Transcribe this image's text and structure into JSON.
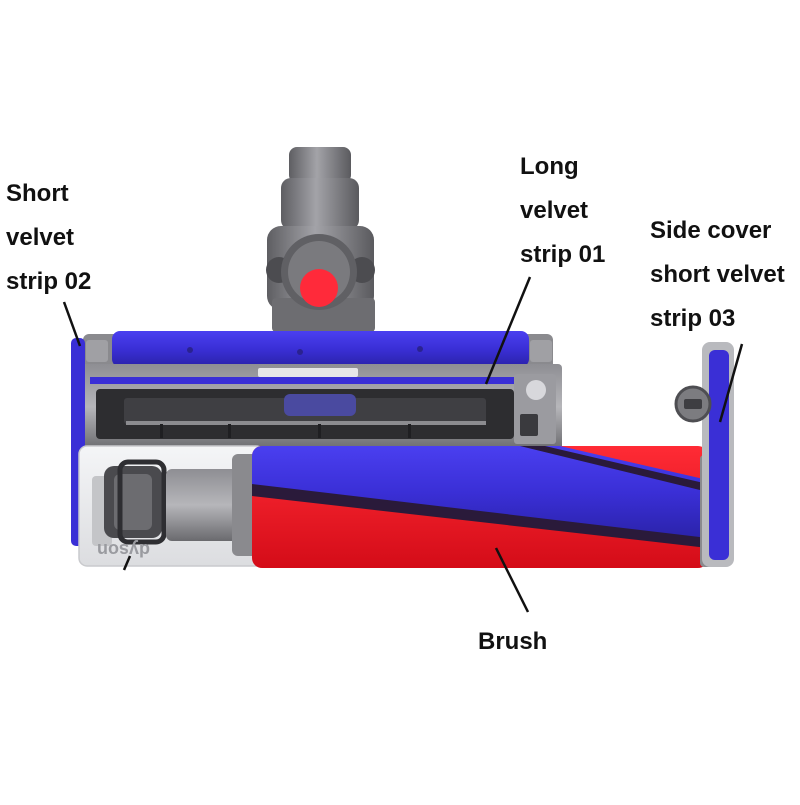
{
  "labels": {
    "short_velvet_strip_02": [
      "Short",
      "velvet",
      "strip 02"
    ],
    "long_velvet_strip_01": [
      "Long",
      "velvet",
      "strip 01"
    ],
    "side_cover_short_velvet_strip_03": [
      "Side cover",
      "short velvet",
      "strip 03"
    ],
    "brush": "Brush"
  },
  "colors": {
    "velvet_blue": "#3a2fd6",
    "brush_red": "#f0121f",
    "button_red": "#ff2a3a",
    "metal_grey": "#7c7c80",
    "clear_housing": "#e9eaec",
    "leader_line": "#111111"
  },
  "icons": [
    "release-button-icon",
    "dyson-logo"
  ]
}
